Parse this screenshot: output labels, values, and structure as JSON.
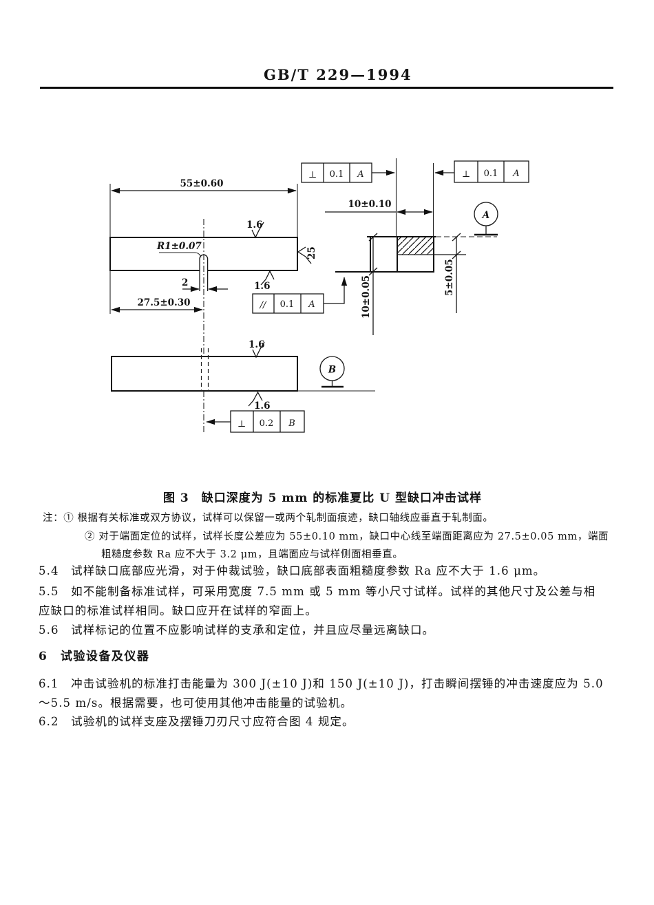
{
  "header": {
    "title": "GB/T 229—1994"
  },
  "figure": {
    "caption": "图 3　缺口深度为 5 mm 的标准夏比 U 型缺口冲击试样",
    "dims": {
      "length": "55±0.60",
      "radius": "R1±0.07",
      "notch_width": "2",
      "notch_center": "27.5±0.30",
      "width": "10±0.10",
      "height": "10±0.05",
      "ligament": "5±0.05",
      "rough_side": "1.6",
      "rough_end": "25"
    },
    "datums": {
      "a": "A",
      "b": "B"
    },
    "frames": {
      "perp_a1": {
        "sym": "⊥",
        "val": "0.1",
        "ref": "A"
      },
      "perp_a2": {
        "sym": "⊥",
        "val": "0.1",
        "ref": "A"
      },
      "par_a": {
        "sym": "//",
        "val": "0.1",
        "ref": "A"
      },
      "perp_b": {
        "sym": "⊥",
        "val": "0.2",
        "ref": "B"
      }
    }
  },
  "notes": {
    "line1": "注：① 根据有关标准或双方协议，试样可以保留一或两个轧制面痕迹，缺口轴线应垂直于轧制面。",
    "line2": "② 对于端面定位的试样，试样长度公差应为 55±0.10 mm，缺口中心线至端面距离应为 27.5±0.05 mm，端面",
    "line3": "粗糙度参数 Ra 应不大于 3.2 μm，且端面应与试样侧面相垂直。"
  },
  "body": {
    "p54": "5.4　试样缺口底部应光滑，对于仲裁试验，缺口底部表面粗糙度参数 Ra 应不大于 1.6 μm。",
    "p55a": "5.5　如不能制备标准试样，可采用宽度 7.5 mm 或 5 mm 等小尺寸试样。试样的其他尺寸及公差与相",
    "p55b": "应缺口的标准试样相同。缺口应开在试样的窄面上。",
    "p56": "5.6　试样标记的位置不应影响试样的支承和定位，并且应尽量远离缺口。",
    "h6": "6　试验设备及仪器",
    "p61a": "6.1　冲击试验机的标准打击能量为 300 J(±10 J)和 150 J(±10 J)，打击瞬间摆锤的冲击速度应为 5.0",
    "p61b": "～5.5 m/s。根据需要，也可使用其他冲击能量的试验机。",
    "p62": "6.2　试验机的试样支座及摆锤刀刃尺寸应符合图 4 规定。"
  }
}
